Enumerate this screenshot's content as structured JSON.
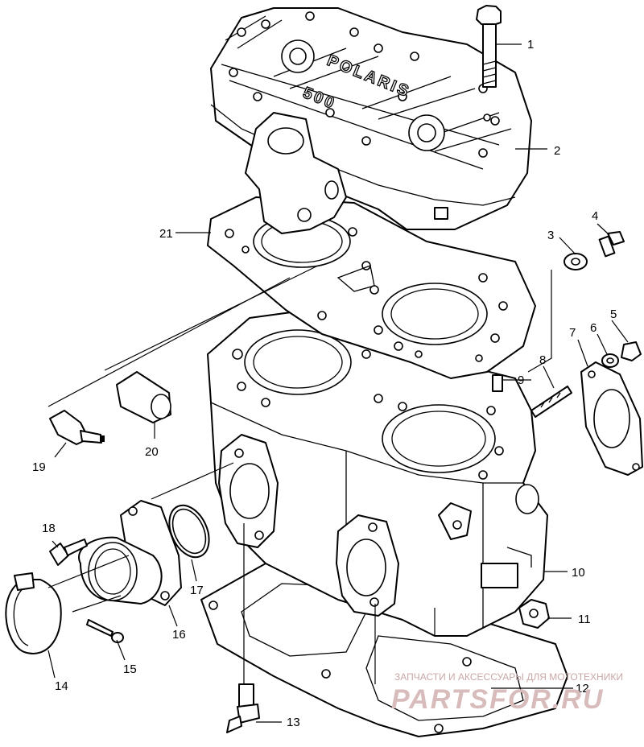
{
  "diagram": {
    "cover_brand": "POLARIS",
    "cover_model": "500",
    "callouts": [
      "1",
      "2",
      "3",
      "4",
      "5",
      "6",
      "7",
      "8",
      "9",
      "10",
      "11",
      "12",
      "13",
      "14",
      "15",
      "16",
      "17",
      "18",
      "19",
      "20",
      "21"
    ]
  },
  "watermark": {
    "line1": "ЗАПЧАСТИ И АКСЕССУАРЫ ДЛЯ МОТОТЕХНИКИ",
    "line2": "PARTSFOR.RU"
  }
}
